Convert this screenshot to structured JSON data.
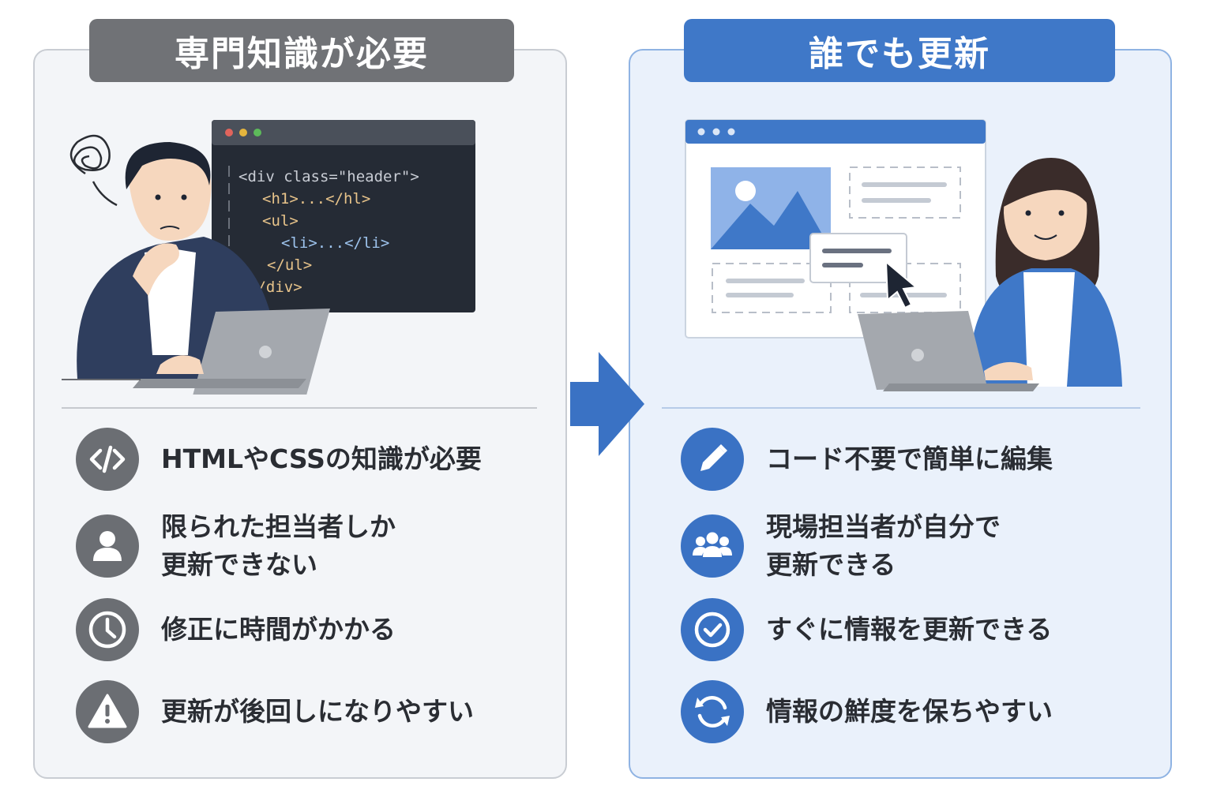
{
  "left": {
    "title": "専門知識が必要",
    "code_lines": [
      "<div class=\"header\">",
      "<h1>...</hl>",
      "<ul>",
      "<li>...</li>",
      "</ul>",
      "</div>"
    ],
    "items": [
      {
        "icon": "code-icon",
        "text": "HTMLやCSSの知識が必要"
      },
      {
        "icon": "user-icon",
        "text": "限られた担当者しか\n更新できない"
      },
      {
        "icon": "clock-icon",
        "text": "修正に時間がかかる"
      },
      {
        "icon": "warning-icon",
        "text": "更新が後回しになりやすい"
      }
    ]
  },
  "right": {
    "title": "誰でも更新",
    "items": [
      {
        "icon": "pencil-icon",
        "text": "コード不要で簡単に編集"
      },
      {
        "icon": "group-icon",
        "text": "現場担当者が自分で\n更新できる"
      },
      {
        "icon": "check-circle-icon",
        "text": "すぐに情報を更新できる"
      },
      {
        "icon": "refresh-icon",
        "text": "情報の鮮度を保ちやすい"
      }
    ]
  },
  "colors": {
    "left_accent": "#6b6e73",
    "right_accent": "#3a72c4",
    "arrow": "#3a72c4"
  }
}
